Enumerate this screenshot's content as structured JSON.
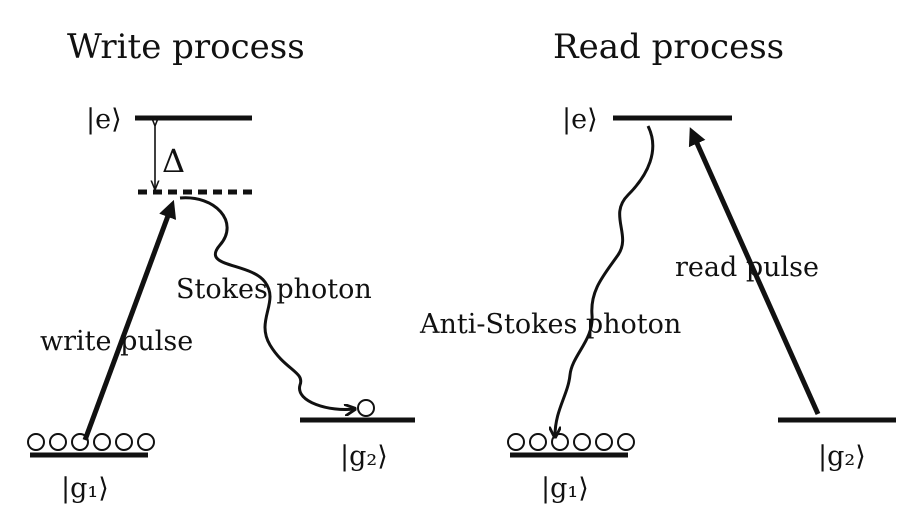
{
  "write": {
    "title": "Write process",
    "level_e": "|e⟩",
    "level_g1": "|g₁⟩",
    "level_g2": "|g₂⟩",
    "detuning": "Δ",
    "pulse": "write pulse",
    "photon": "Stokes photon"
  },
  "read": {
    "title": "Read process",
    "level_e": "|e⟩",
    "level_g1": "|g₁⟩",
    "level_g2": "|g₂⟩",
    "pulse": "read pulse",
    "photon": "Anti-Stokes photon"
  },
  "colors": {
    "ink": "#111111",
    "background": "#ffffff"
  }
}
